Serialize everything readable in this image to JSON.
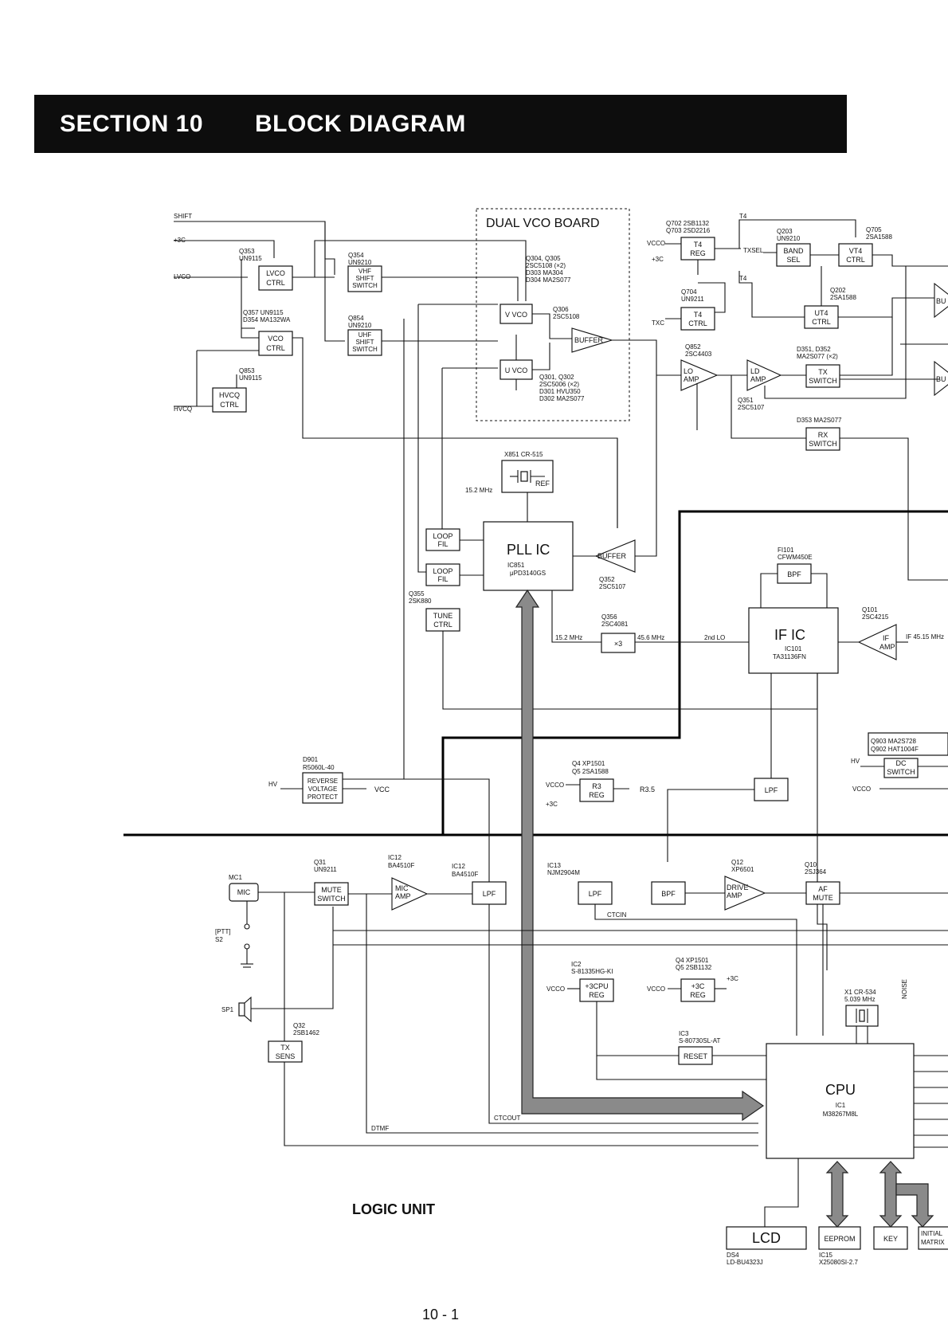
{
  "header": {
    "section": "SECTION  10",
    "title": "BLOCK DIAGRAM"
  },
  "footer": {
    "page": "10 - 1",
    "unit_label": "LOGIC UNIT"
  },
  "signals": {
    "shift": "SHIFT",
    "plus3c": "+3C",
    "lvco": "LVCO",
    "hvcq": "HVCQ",
    "vcco_t4": "VCCO",
    "plus3c_t4": "+3C",
    "txc": "TXC",
    "txsel": "TXSEL",
    "t4_a": "T4",
    "t4_b": "T4",
    "hv_in": "HV",
    "vcc_out": "VCC",
    "vcco_r3": "VCCO",
    "plus3c_r3": "+3C",
    "r35": "R3.5",
    "f152_ref": "15.2 MHz",
    "f152": "15.2 MHz",
    "f456": "45.6 MHz",
    "lo2": "2nd LO",
    "if4515": "IF 45.15 MHz",
    "hv_dc": "HV",
    "vcco_dc": "VCCO",
    "ctcin": "CTCIN",
    "ctcout": "CTCOUT",
    "dtmf": "DTMF",
    "vcco_cpu": "VCCO",
    "vcco_3c": "VCCO",
    "plus3c_out": "+3C",
    "noise": "NOISE",
    "mc1": "MC1",
    "ptt": "[PTT]",
    "s2": "S2",
    "sp1": "SP1"
  },
  "dual_vco": {
    "title": "DUAL VCO BOARD",
    "q304": "Q304, Q305",
    "q304_pn": "2SC5108 (×2)",
    "d303": "D303 MA304",
    "d304": "D304 MA2S077",
    "q306": "Q306",
    "q306_pn": "2SC5108",
    "q301": "Q301, Q302",
    "q301_pn": "2SC5006 (×2)",
    "d301": "D301 HVU350",
    "d302": "D302 MA2S077",
    "vvco": "V VCO",
    "uvco": "U VCO",
    "buffer": "BUFFER"
  },
  "labels": {
    "q353": "Q353",
    "q353_pn": "UN9115",
    "q354": "Q354",
    "q354_pn": "UN9210",
    "q357": "Q357 UN9115",
    "d354": "D354 MA132WA",
    "q854": "Q854",
    "q854_pn": "UN9210",
    "q853": "Q853",
    "q853_pn": "UN9115",
    "q702": "Q702 2SB1132",
    "q703": "Q703 2SD2216",
    "q203": "Q203",
    "q203_pn": "UN9210",
    "q705": "Q705",
    "q705_pn": "2SA1588",
    "q202": "Q202",
    "q202_pn": "2SA1588",
    "q704": "Q704",
    "q704_pn": "UN9211",
    "q852": "Q852",
    "q852_pn": "2SC4403",
    "d351": "D351, D352",
    "d351_pn": "MA2S077 (×2)",
    "q351": "Q351",
    "q351_pn": "2SC5107",
    "d353": "D353 MA2S077",
    "x851": "X851 CR-515",
    "q352": "Q352",
    "q352_pn": "2SC5107",
    "q355": "Q355",
    "q355_pn": "2SK880",
    "q356": "Q356",
    "q356_pn": "2SC4081",
    "fi101": "FI101",
    "fi101_pn": "CFWM450E",
    "q101": "Q101",
    "q101_pn": "2SC4215",
    "q903": "Q903 MA2S728",
    "q902": "Q902 HAT1004F",
    "d901": "D901",
    "d901_pn": "R5060L-40",
    "q4_r3": "Q4 XP1501",
    "q5_r3": "Q5 2SA1588",
    "q31": "Q31",
    "q31_pn": "UN9211",
    "ic12_a": "IC12",
    "ic12_a_pn": "BA4510F",
    "ic12_b": "IC12",
    "ic12_b_pn": "BA4510F",
    "ic13": "IC13",
    "ic13_pn": "NJM2904M",
    "q12": "Q12",
    "q12_pn": "XP6501",
    "q10": "Q10",
    "q10_pn": "2SJ364",
    "ic2": "IC2",
    "ic2_pn": "S-81335HG-KI",
    "q4_3c": "Q4 XP1501",
    "q5_3c": "Q5 2SB1132",
    "ic3": "IC3",
    "ic3_pn": "S-80730SL-AT",
    "x1": "X1 CR-534",
    "x1_freq": "5.039 MHz",
    "q32": "Q32",
    "q32_pn": "2SB1462",
    "ds4": "DS4",
    "ds4_pn": "LD-BU4323J",
    "ic15": "IC15",
    "ic15_pn": "X25080SI-2.7"
  },
  "blocks": {
    "lvco_ctrl": [
      "LVCO",
      "CTRL"
    ],
    "vco_ctrl": [
      "VCO",
      "CTRL"
    ],
    "hvcq_ctrl": [
      "HVCQ",
      "CTRL"
    ],
    "vhf_shift": [
      "VHF",
      "SHIFT",
      "SWITCH"
    ],
    "uhf_shift": [
      "UHF",
      "SHIFT",
      "SWITCH"
    ],
    "t4_reg": [
      "T4",
      "REG"
    ],
    "t4_ctrl": [
      "T4",
      "CTRL"
    ],
    "band_sel": [
      "BAND",
      "SEL"
    ],
    "vt4_ctrl": [
      "VT4",
      "CTRL"
    ],
    "ut4_ctrl": [
      "UT4",
      "CTRL"
    ],
    "lo_amp": [
      "LO",
      "AMP"
    ],
    "ld_amp": [
      "LD",
      "AMP"
    ],
    "tx_switch": [
      "TX",
      "SWITCH"
    ],
    "rx_switch": [
      "RX",
      "SWITCH"
    ],
    "ref": "REF",
    "pll_ic": {
      "name": "PLL IC",
      "ic": "IC851",
      "pn": "μPD3140GS"
    },
    "loop_fil_1": [
      "LOOP",
      "FIL"
    ],
    "loop_fil_2": [
      "LOOP",
      "FIL"
    ],
    "tune_ctrl": [
      "TUNE",
      "CTRL"
    ],
    "buffer_pll": "BUFFER",
    "x3": "×3",
    "bpf_if": "BPF",
    "if_ic": {
      "name": "IF IC",
      "ic": "IC101",
      "pn": "TA31136FN"
    },
    "if_amp": [
      "IF",
      "AMP"
    ],
    "dc_switch": [
      "DC",
      "SWITCH"
    ],
    "lpf_rx": "LPF",
    "rev_volt": [
      "REVERSE",
      "VOLTAGE",
      "PROTECT"
    ],
    "r3_reg": [
      "R3",
      "REG"
    ],
    "mic": "MIC",
    "mute_switch": [
      "MUTE",
      "SWITCH"
    ],
    "mic_amp": [
      "MIC",
      "AMP"
    ],
    "lpf_tx": "LPF",
    "lpf_af": "LPF",
    "bpf_af": "BPF",
    "drive_amp": [
      "DRIVE",
      "AMP"
    ],
    "af_mute": [
      "AF",
      "MUTE"
    ],
    "cpu3_reg": [
      "+3CPU",
      "REG"
    ],
    "plus3c_reg": [
      "+3C",
      "REG"
    ],
    "reset": "RESET",
    "cpu": {
      "name": "CPU",
      "ic": "IC1",
      "pn": "M38267M8L"
    },
    "tx_sens": [
      "TX",
      "SENS"
    ],
    "lcd": "LCD",
    "eeprom": "EEPROM",
    "key": "KEY",
    "initial_matrix": [
      "INITIAL",
      "MATRIX"
    ],
    "bu_1": "BU",
    "bu_2": "BU"
  }
}
